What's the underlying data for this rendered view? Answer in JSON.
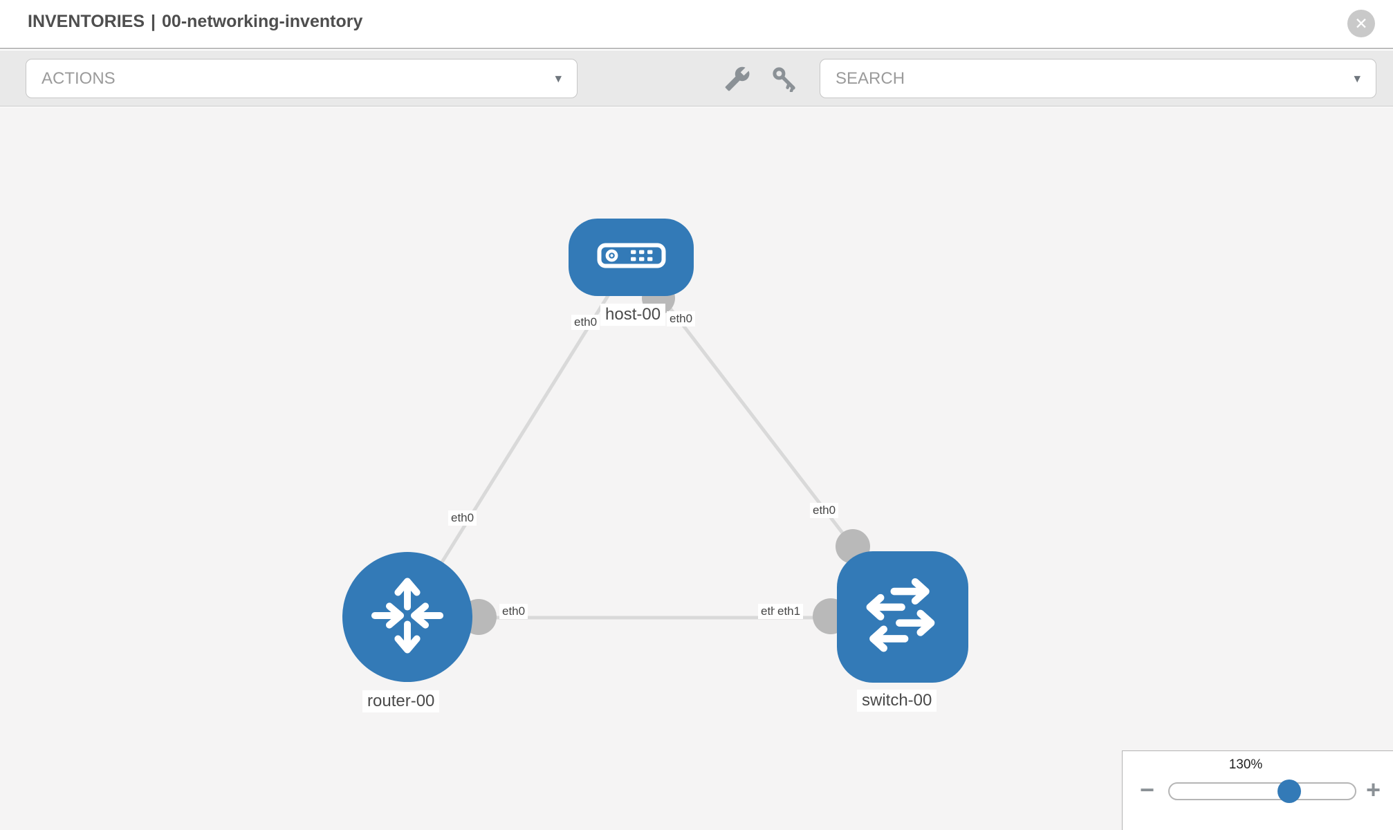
{
  "header": {
    "section": "INVENTORIES",
    "separator": "|",
    "inventory_name": "00-networking-inventory",
    "close_label": "✕"
  },
  "toolbar": {
    "actions_label": "ACTIONS",
    "search_label": "SEARCH",
    "caret": "▾",
    "icons": [
      "wrench-icon",
      "key-icon"
    ]
  },
  "topology": {
    "nodes": [
      {
        "id": "host-00",
        "type": "host",
        "label": "host-00"
      },
      {
        "id": "router-00",
        "type": "router",
        "label": "router-00"
      },
      {
        "id": "switch-00",
        "type": "switch",
        "label": "switch-00"
      }
    ],
    "links": [
      {
        "from": "host-00",
        "from_iface": "eth0",
        "to": "router-00",
        "to_iface": "eth0"
      },
      {
        "from": "host-00",
        "from_iface": "eth0",
        "to": "switch-00",
        "to_iface": "eth0"
      },
      {
        "from": "router-00",
        "from_iface": "eth0",
        "to": "switch-00",
        "to_iface": "eth1",
        "overlapped_iface_label": "eth0"
      }
    ]
  },
  "zoom_control": {
    "level": "130%",
    "percent": 64,
    "minus_label": "−",
    "plus_label": "+"
  },
  "colors": {
    "node_blue": "#337ab7",
    "link_gray": "#d9d9d9",
    "port_gray": "#b9b9b9",
    "toolbar_bg": "#e9e9e9",
    "canvas_bg": "#f5f4f4"
  }
}
